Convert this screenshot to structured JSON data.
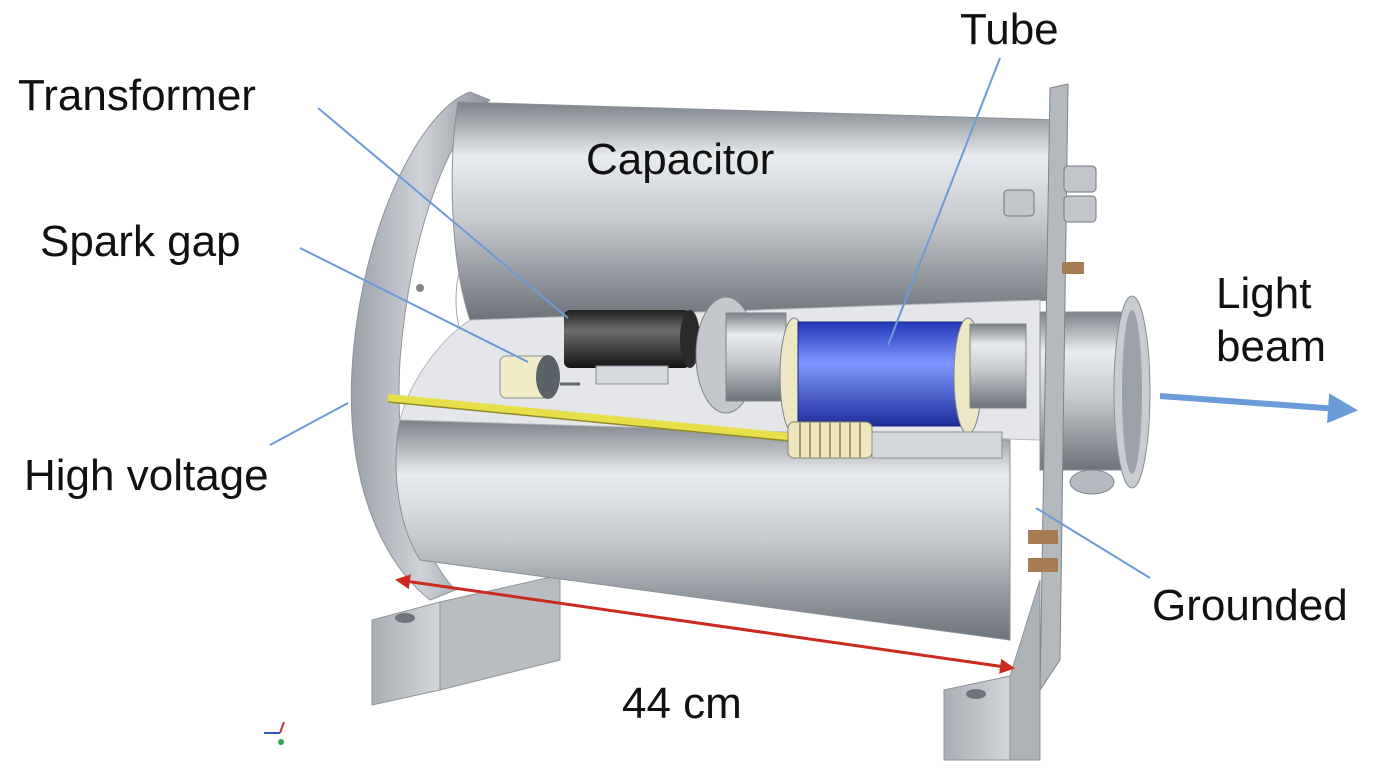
{
  "labels": {
    "tube": "Tube",
    "transformer": "Transformer",
    "capacitor": "Capacitor",
    "spark_gap": "Spark gap",
    "light_beam": "Light\nbeam",
    "high_voltage": "High voltage",
    "grounded": "Grounded",
    "length": "44 cm"
  },
  "colors": {
    "leader": "#6b9bd8",
    "dimension": "#cc2a1e",
    "beam": "#6b9bd8",
    "steel": "#b7bcc1",
    "tube_glass": "#3c5be0",
    "rod": "#e7df4a",
    "base": "#c2c6cc"
  }
}
